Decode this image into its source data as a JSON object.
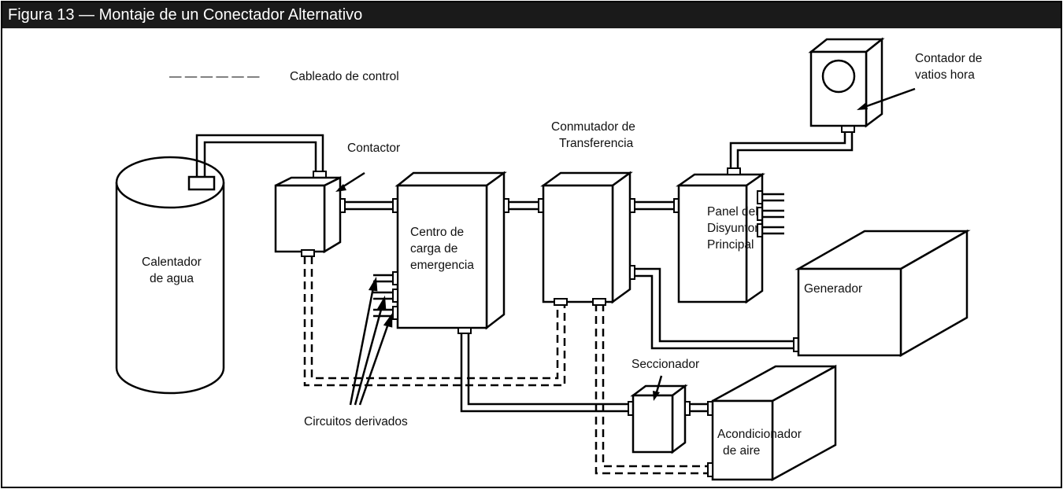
{
  "figure": {
    "title": "Figura 13 — Montaje de un Conectador Alternativo"
  },
  "legend": {
    "line_sample": "— — — — — —",
    "label": "Cableado de control"
  },
  "labels": {
    "water_heater": [
      "Calentador",
      "de agua"
    ],
    "contactor": "Contactor",
    "emergency_center": [
      "Centro de",
      "carga de",
      "emergencia"
    ],
    "transfer_switch": [
      "Conmutador de",
      "Transferencia"
    ],
    "main_breaker_panel": [
      "Panel del",
      "Disyuntor",
      "Principal"
    ],
    "watt_hour_meter": [
      "Contador de",
      "vatios hora"
    ],
    "generator": "Generador",
    "disconnect": "Seccionador",
    "air_conditioner": [
      "Acondicionador",
      "de aire"
    ],
    "branch_circuits": "Circuitos derivados"
  },
  "colors": {
    "title_bg": "#1a1a1a",
    "title_text": "#ffffff",
    "line": "#000000",
    "background": "#ffffff"
  }
}
